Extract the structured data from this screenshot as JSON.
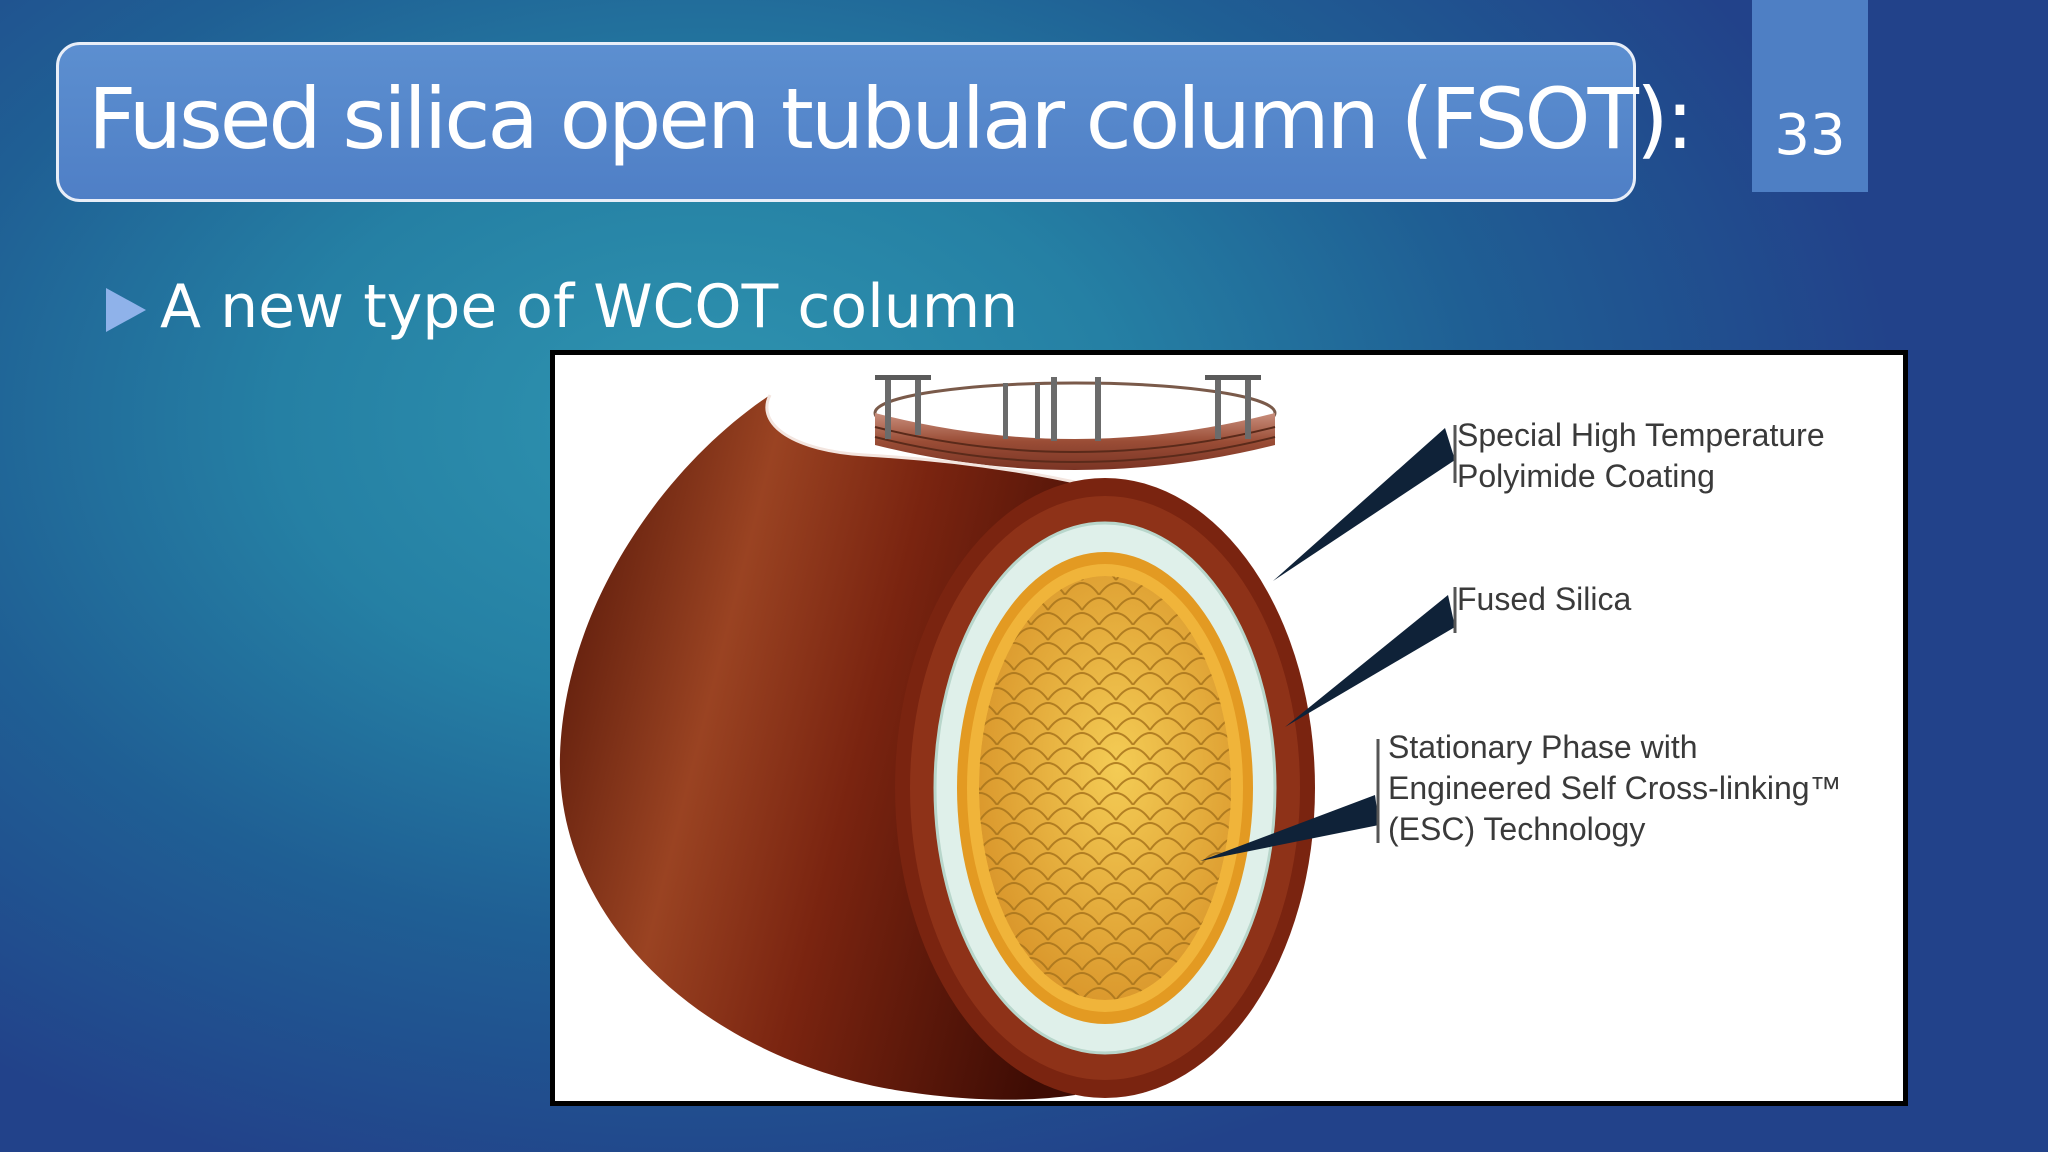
{
  "slide": {
    "title": "Fused silica open tubular column (FSOT):",
    "page_number": "33",
    "bullets": [
      "A new type of WCOT column"
    ]
  },
  "figure": {
    "labels": {
      "coating": [
        "Special High Temperature",
        "Polyimide Coating"
      ],
      "silica": [
        "Fused Silica"
      ],
      "stationary": [
        "Stationary Phase with",
        "Engineered Self Cross-linking™",
        "(ESC) Technology"
      ]
    }
  },
  "colors": {
    "title_fill": "#4f7fc6",
    "page_num_fill": "#4e7fc4",
    "bullet_arrow": "#8fb2ea",
    "tube_outer": "#7a2410",
    "silica_layer": "#dff0ea",
    "stationary_ring": "#e39a22",
    "bore_fill": "#e8b53c"
  }
}
